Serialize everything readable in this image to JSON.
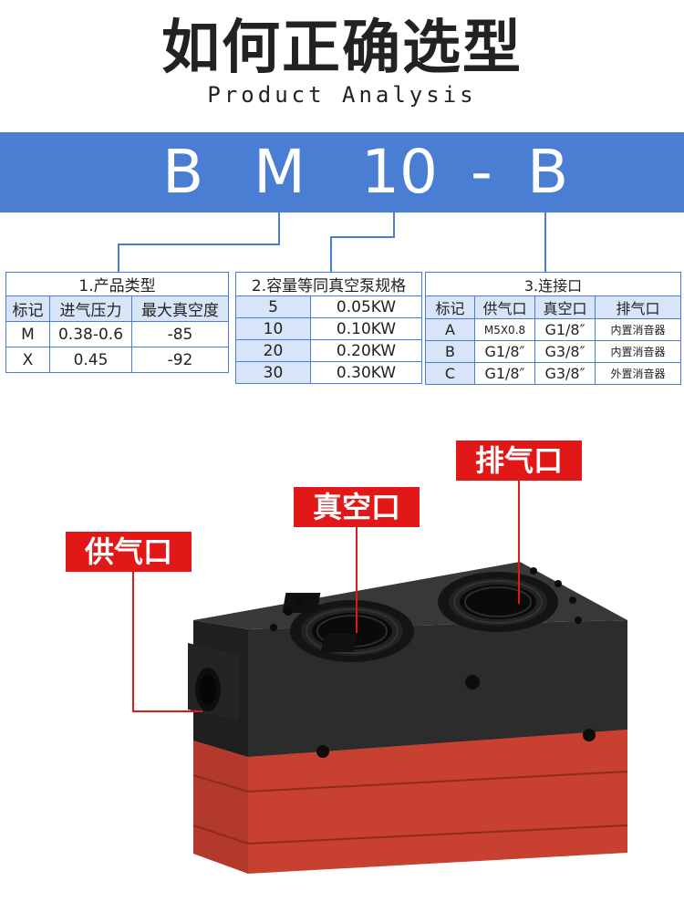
{
  "header": {
    "title": "如何正确选型",
    "subtitle": "Product Analysis"
  },
  "model_code": {
    "part1": "B",
    "part2": "M",
    "part3": "10",
    "part4": "-",
    "part5": "B"
  },
  "table_type": {
    "title": "1.产品类型",
    "columns": [
      "标记",
      "进气压力",
      "最大真空度"
    ],
    "rows": [
      [
        "M",
        "0.38-0.6",
        "-85"
      ],
      [
        "X",
        "0.45",
        "-92"
      ]
    ]
  },
  "table_capacity": {
    "title": "2.容量等同真空泵规格",
    "rows": [
      [
        "5",
        "0.05KW"
      ],
      [
        "10",
        "0.10KW"
      ],
      [
        "20",
        "0.20KW"
      ],
      [
        "30",
        "0.30KW"
      ]
    ]
  },
  "table_port": {
    "title": "3.连接口",
    "columns": [
      "标记",
      "供气口",
      "真空口",
      "排气口"
    ],
    "rows": [
      [
        "A",
        "M5X0.8",
        "G1/8″",
        "内置消音器"
      ],
      [
        "B",
        "G1/8″",
        "G3/8″",
        "内置消音器"
      ],
      [
        "C",
        "G1/8″",
        "G3/8″",
        "外置消音器"
      ]
    ]
  },
  "callouts": {
    "supply": "供气口",
    "vacuum": "真空口",
    "exhaust": "排气口"
  },
  "colors": {
    "band": "#4a7ed3",
    "label_red": "#e21818",
    "body_black": "#2a2a2a",
    "body_red": "#c8402f"
  }
}
